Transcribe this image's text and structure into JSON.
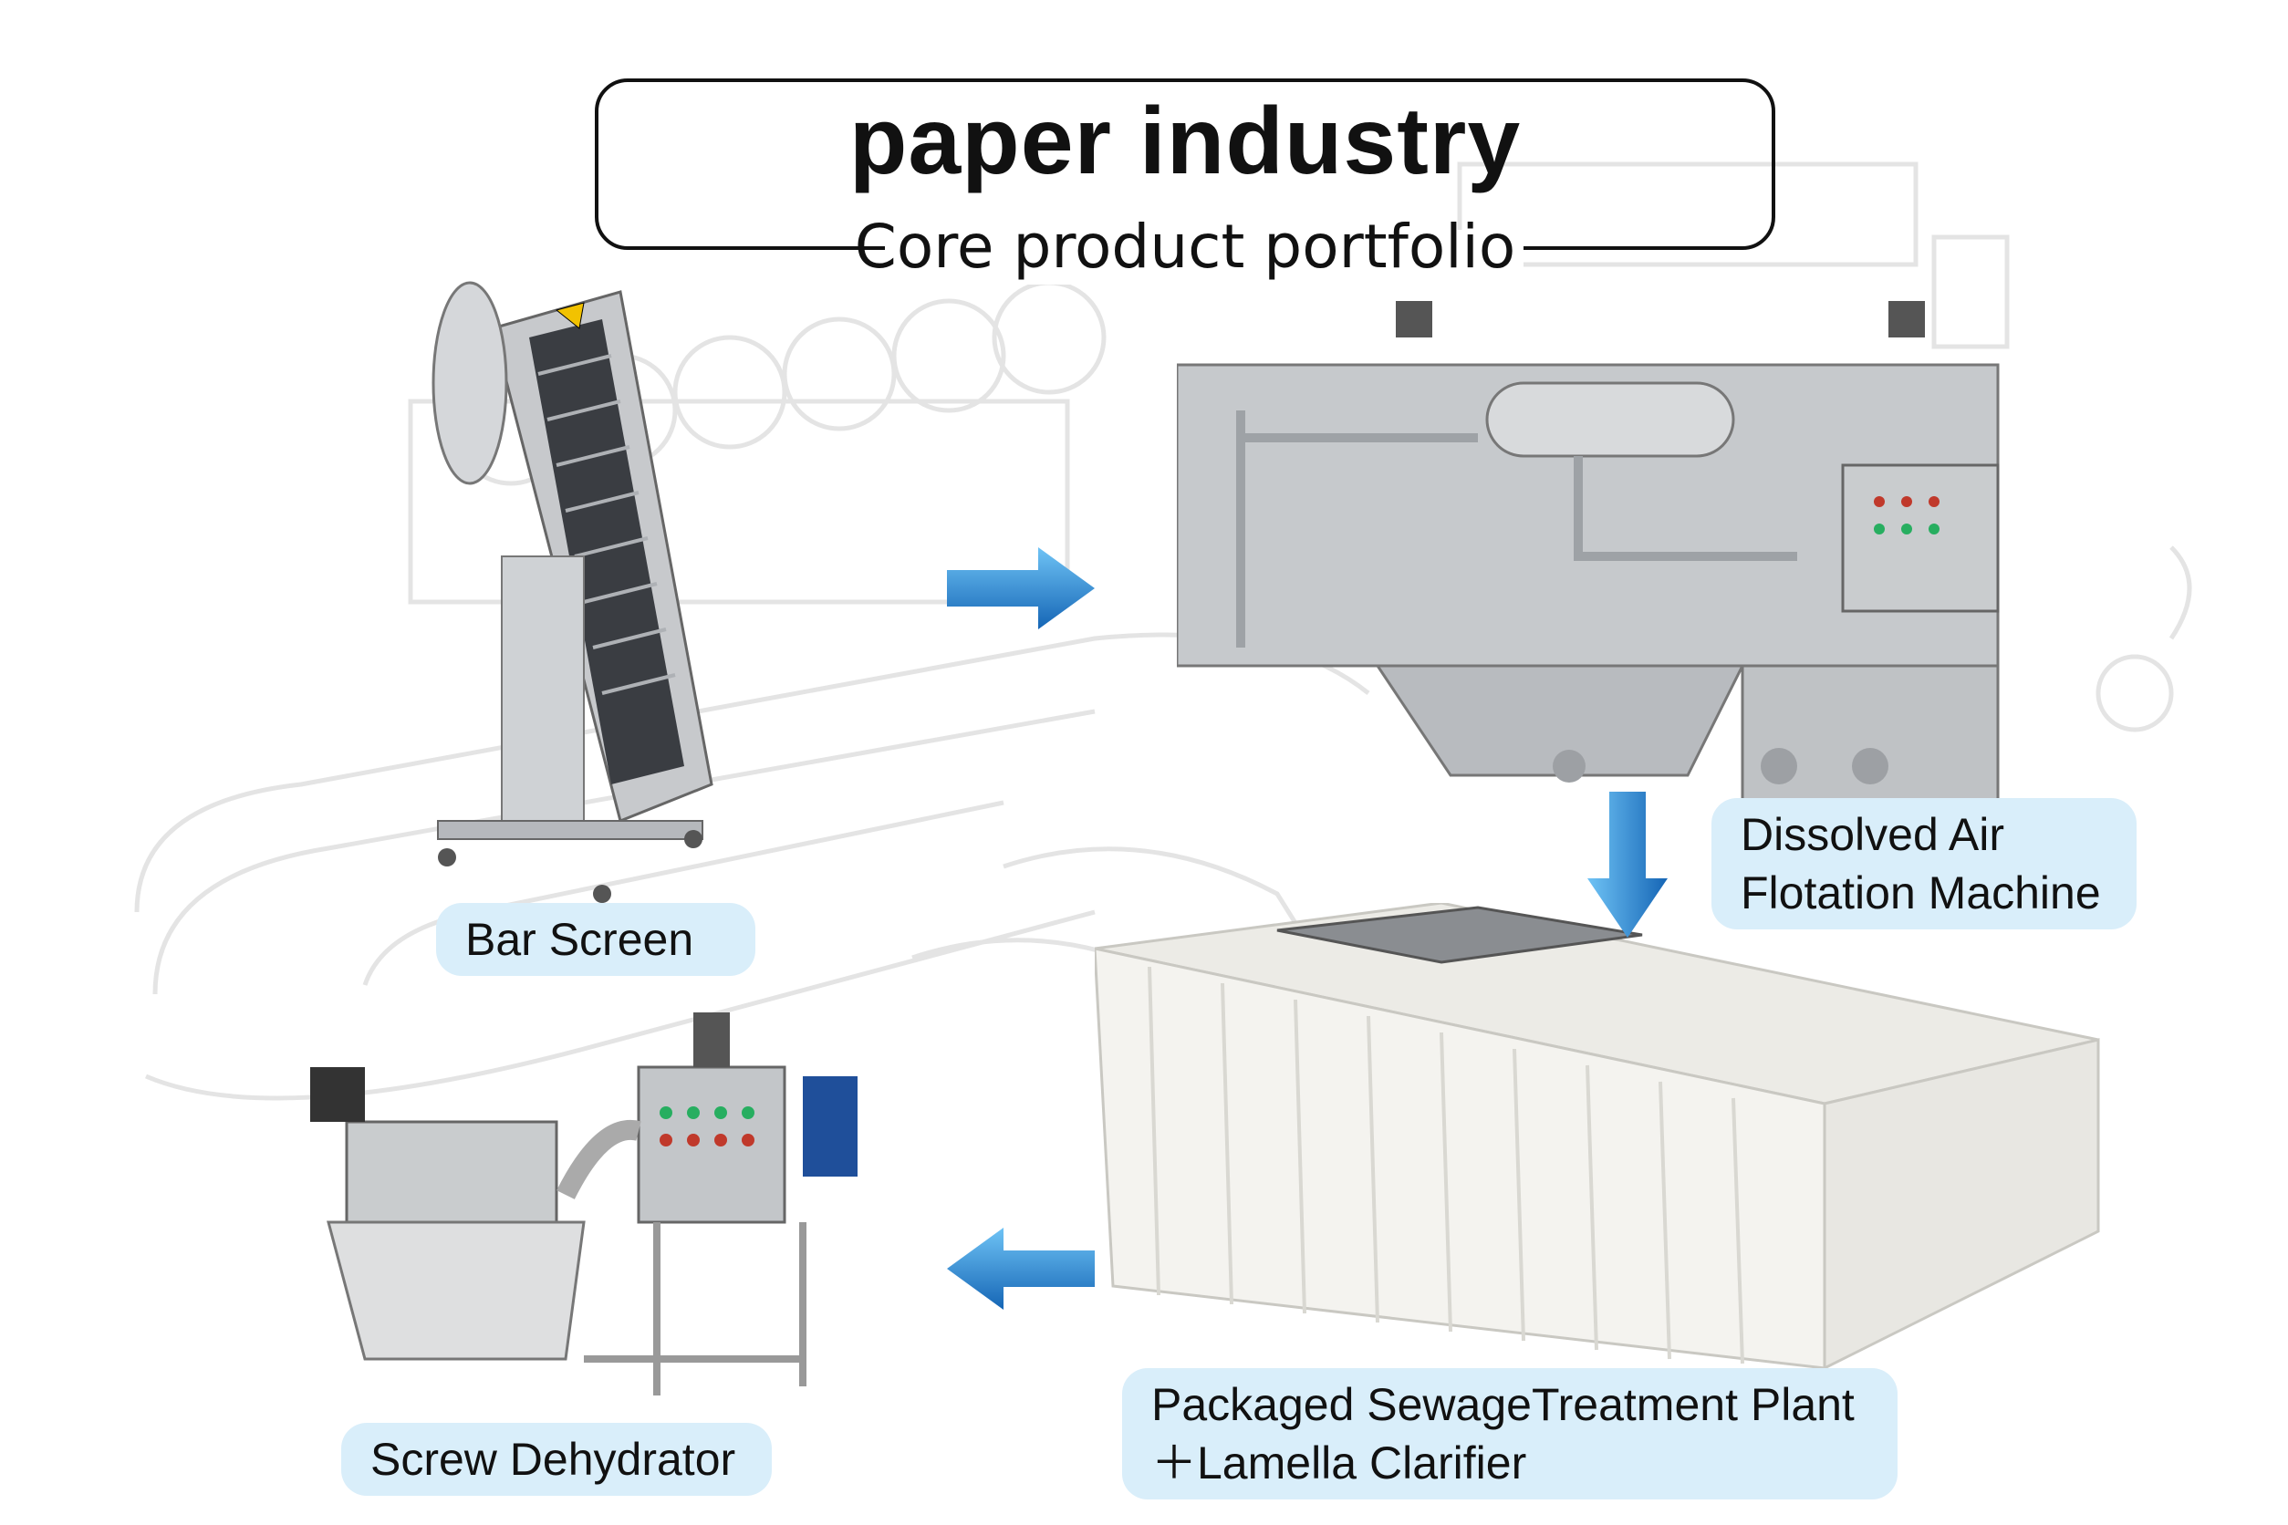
{
  "header": {
    "title": "paper industry",
    "subtitle": "Core product portfolio"
  },
  "products": [
    {
      "label": "Bar Screen"
    },
    {
      "label_line1": "Dissolved Air",
      "label_line2": "Flotation Machine"
    },
    {
      "label_line1": "Packaged SewageTreatment Plant",
      "label_line2": "＋Lamella Clarifier"
    },
    {
      "label": "Screw Dehydrator"
    }
  ],
  "colors": {
    "label_bg": "#d9eefa",
    "arrow_blue": "#1f7fd0",
    "line_art": "#e6e6e6",
    "steel": "#b9bcc0"
  },
  "icons": [
    "arrow-right-icon",
    "arrow-down-icon",
    "arrow-left-icon"
  ]
}
